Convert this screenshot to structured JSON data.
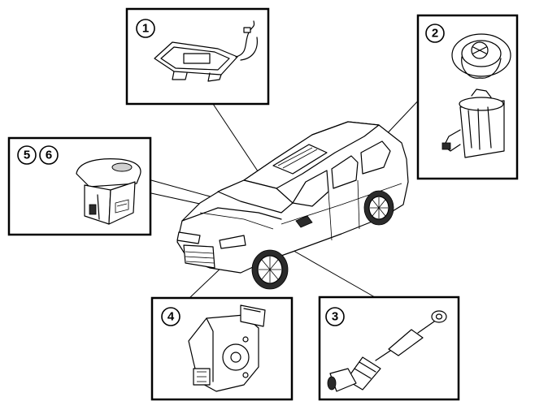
{
  "callouts": [
    {
      "id": "1",
      "label": "1"
    },
    {
      "id": "2",
      "label": "2"
    },
    {
      "id": "3",
      "label": "3"
    },
    {
      "id": "4",
      "label": "4"
    },
    {
      "id": "5",
      "label": "5"
    },
    {
      "id": "6",
      "label": "6"
    }
  ],
  "icons": {
    "vehicle": "sedan-car-icon",
    "part_1": "interior-light-unit-icon",
    "part_2": "fuel-pump-module-icon",
    "part_3": "sensor-cable-icon",
    "part_4": "actuator-motor-icon",
    "part_5_6": "control-module-icon"
  }
}
